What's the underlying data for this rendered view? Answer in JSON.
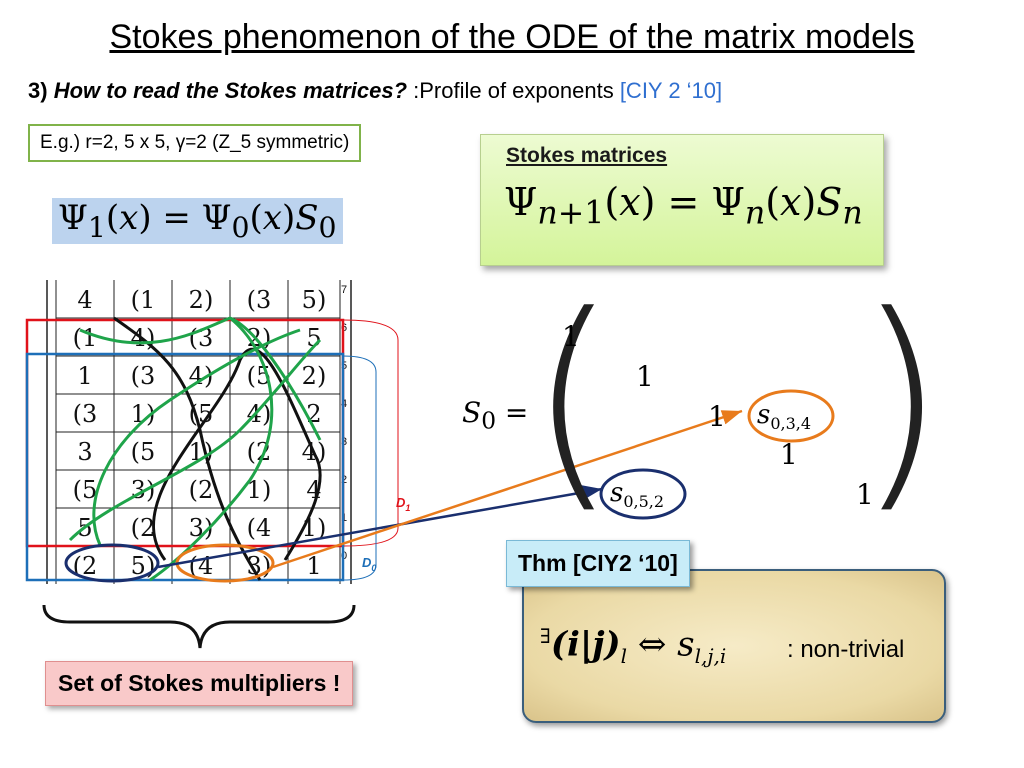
{
  "slide": {
    "title": "Stokes phenomenon of the ODE of the matrix models",
    "subtitle": {
      "num": "3)",
      "question": "How to read the Stokes matrices?",
      "rest": " :Profile of exponents ",
      "ref": "[CIY 2 ‘10]"
    },
    "example": "E.g.) r=2, 5 x 5, γ=2 (Z_5 symmetric)",
    "psi1": {
      "lhs": "Ψ",
      "sub1": "1",
      "mid1": "(",
      "x1": "x",
      "mid2": ") = Ψ",
      "sub0": "0",
      "mid3": "(",
      "x2": "x",
      "mid4": ")",
      "S": "S",
      "subS": "0"
    },
    "stokes": {
      "label": "Stokes matrices",
      "eq": {
        "psi": "Ψ",
        "n": "n",
        "plus": "+1",
        "paren1": "(",
        "x1": "x",
        "eqpsi": ") = Ψ",
        "n2": "n",
        "paren2": "(",
        "x2": "x",
        "close": ")",
        "S": "S",
        "subS": "n"
      }
    },
    "table": {
      "rows": [
        [
          "4",
          "(1",
          "2)",
          "(3",
          "5)"
        ],
        [
          "(1",
          "4)",
          "(3",
          "2)",
          "5"
        ],
        [
          "1",
          "(3",
          "4)",
          "(5",
          "2)"
        ],
        [
          "(3",
          "1)",
          "(5",
          "4)",
          "2"
        ],
        [
          "3",
          "(5",
          "1)",
          "(2",
          "4)"
        ],
        [
          "(5",
          "3)",
          "(2",
          "1)",
          "4"
        ],
        [
          "5",
          "(2",
          "3)",
          "(4",
          "1)"
        ],
        [
          "(2",
          "5)",
          "(4",
          "3)",
          "1"
        ]
      ],
      "row_numbers": [
        "7",
        "6",
        "5",
        "4",
        "3",
        "2",
        "1",
        "0"
      ],
      "d1_label": "D",
      "d1_sub": "1",
      "d0_label": "D",
      "d0_sub": "0",
      "colors": {
        "red": "#e0121a",
        "blue": "#1d6fb8",
        "green": "#1fa44a",
        "navy": "#1a2f6e",
        "orange": "#e87b1c"
      }
    },
    "matrix": {
      "lhs": "S",
      "lhs_sub": "0",
      "eq": " =",
      "one": "1",
      "s034": "s",
      "s034_sub": "0,3,4",
      "s052": "s",
      "s052_sub": "0,5,2"
    },
    "multipliers": "Set of Stokes multipliers !",
    "theorem": {
      "label": "Thm [CIY2 ‘10]",
      "exists": "∃",
      "ij": "(i|j)",
      "l": "l",
      "iff": " ⇔ ",
      "s": "s",
      "s_sub": "l,j,i",
      "text": ": non-trivial"
    }
  }
}
